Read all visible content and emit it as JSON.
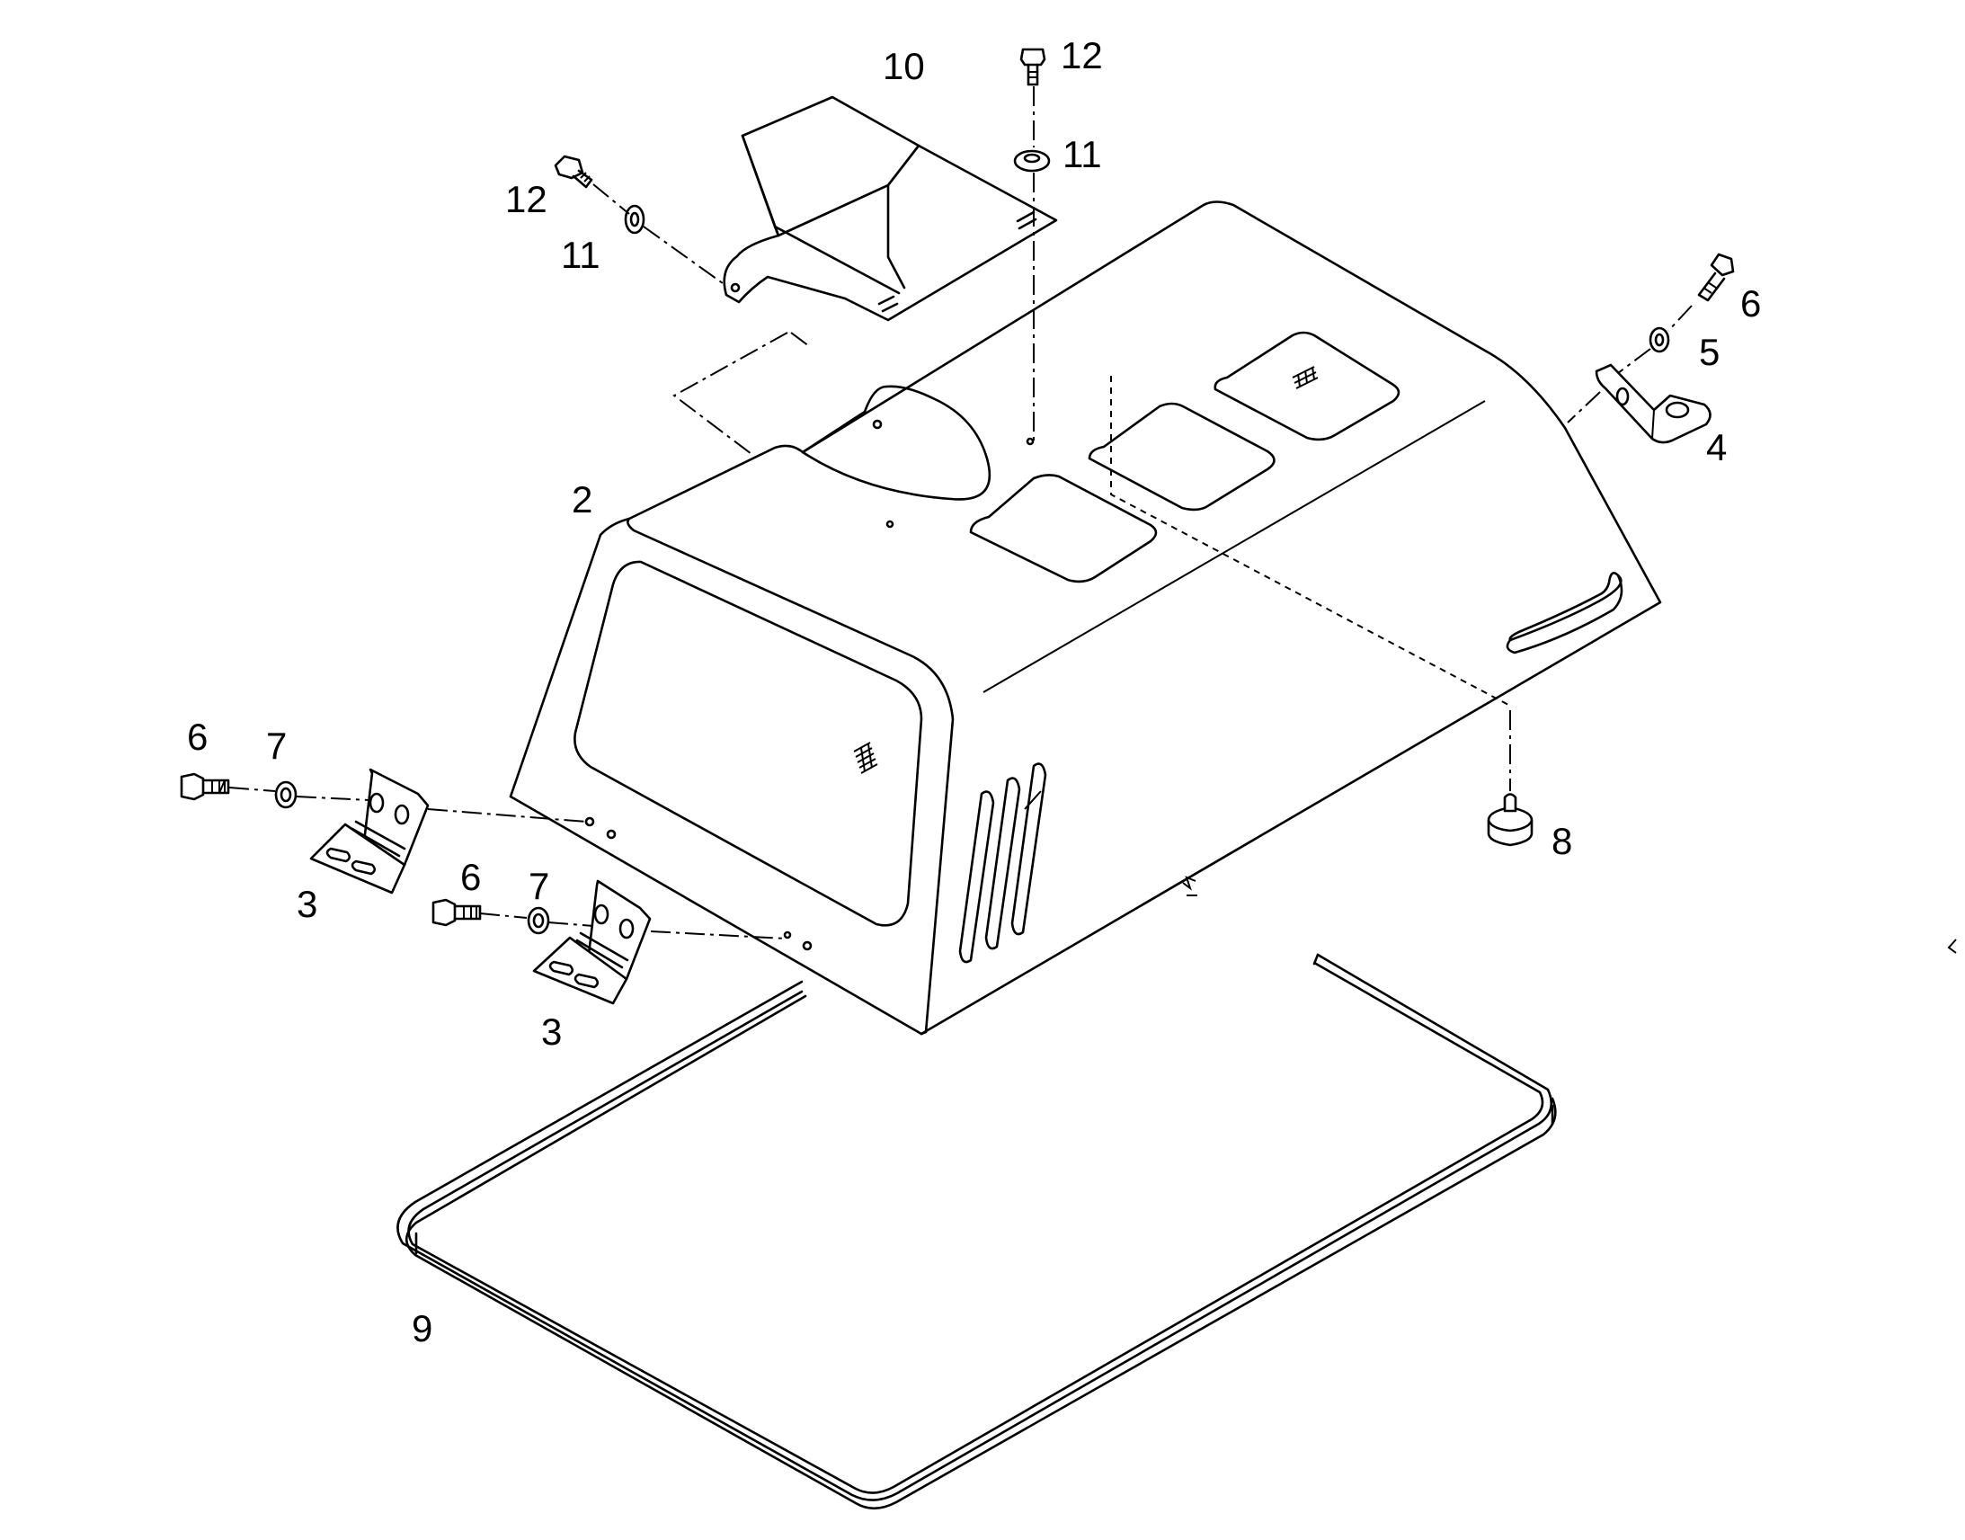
{
  "diagram": {
    "type": "exploded-parts-view",
    "callouts": [
      "2",
      "3",
      "3",
      "4",
      "5",
      "6",
      "6",
      "6",
      "7",
      "7",
      "8",
      "9",
      "10",
      "11",
      "11",
      "12",
      "12"
    ]
  }
}
